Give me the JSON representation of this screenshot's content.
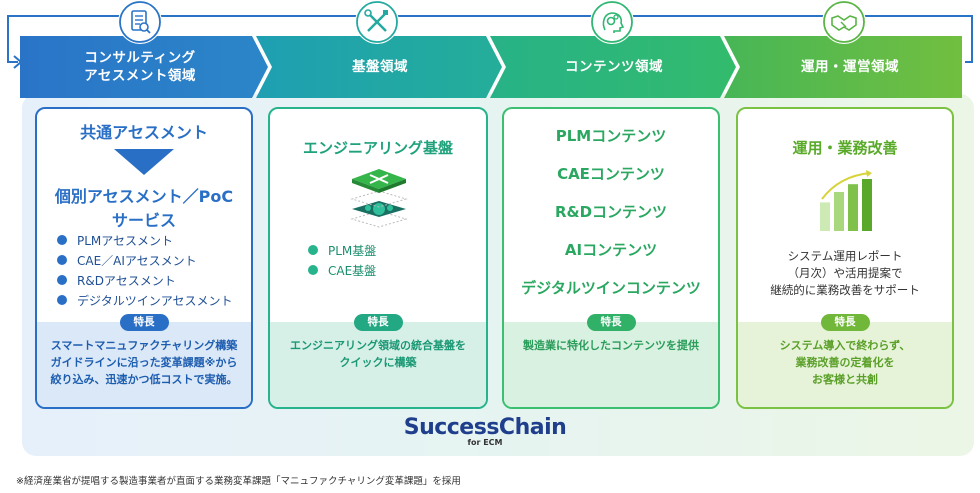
{
  "chevrons": [
    {
      "label_line1": "コンサルティング",
      "label_line2": "アセスメント領域",
      "color": "#2a74c8",
      "icon": "assessment-report-icon"
    },
    {
      "label_line1": "基盤領域",
      "label_line2": "",
      "color": "#24a9a0",
      "icon": "tools-icon"
    },
    {
      "label_line1": "コンテンツ領域",
      "label_line2": "",
      "color": "#2fb772",
      "icon": "gear-head-icon"
    },
    {
      "label_line1": "運用・運営領域",
      "label_line2": "",
      "color": "#5bb546",
      "icon": "handshake-icon"
    }
  ],
  "cards": {
    "assessment": {
      "title": "共通アセスメント",
      "subtitle_line1": "個別アセスメント／PoC",
      "subtitle_line2": "サービス",
      "bullets": [
        "PLMアセスメント",
        "CAE／AIアセスメント",
        "R&Dアセスメント",
        "デジタルツインアセスメント"
      ],
      "feature_label": "特長",
      "feature_lines": [
        "スマートマニュファクチャリング構築",
        "ガイドラインに沿った変革課題※から",
        "絞り込み、迅速かつ低コストで実施。"
      ]
    },
    "platform": {
      "title": "エンジニアリング基盤",
      "bullets": [
        "PLM基盤",
        "CAE基盤"
      ],
      "feature_label": "特長",
      "feature_lines": [
        "エンジニアリング領域の統合基盤を",
        "クイックに構築"
      ]
    },
    "contents": {
      "items": [
        "PLMコンテンツ",
        "CAEコンテンツ",
        "R&Dコンテンツ",
        "AIコンテンツ",
        "デジタルツインコンテンツ"
      ],
      "feature_label": "特長",
      "feature_lines": [
        "製造業に特化したコンテンツを提供"
      ]
    },
    "operations": {
      "title": "運用・業務改善",
      "desc_lines": [
        "システム運用レポート",
        "（月次）や活用提案で",
        "継続的に業務改善をサポート"
      ],
      "feature_label": "特長",
      "feature_lines": [
        "システム導入で終わらず、",
        "業務改善の定着化を",
        "お客様と共創"
      ]
    },
    "bars": [
      0.55,
      0.75,
      0.9,
      1.0
    ]
  },
  "logo": {
    "main": "SuccessChain",
    "sub": "for ECM"
  },
  "footnote": "※経済産業省が提唱する製造事業者が直面する業務変革課題「マニュファクチャリング変革課題」を採用"
}
